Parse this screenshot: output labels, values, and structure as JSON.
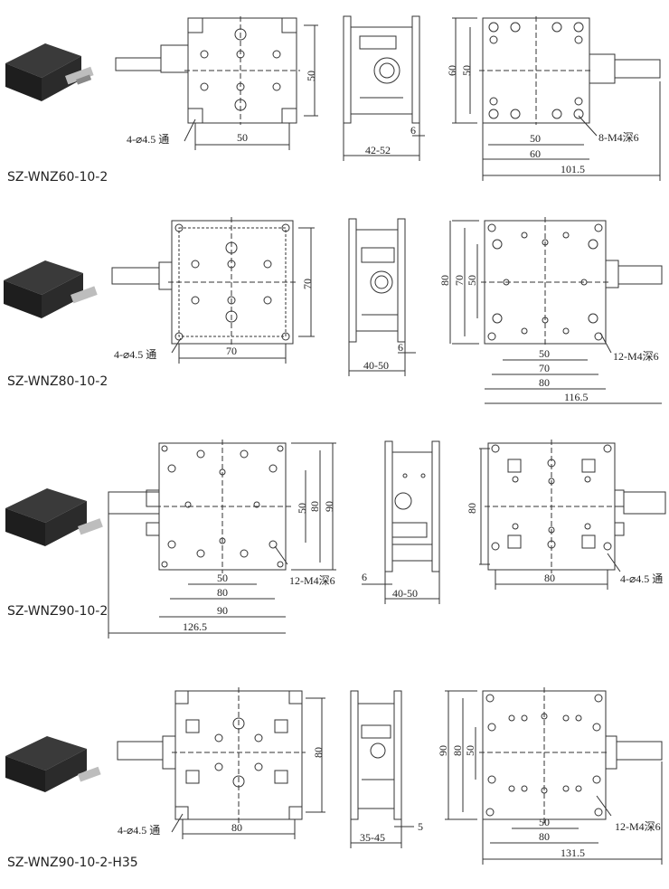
{
  "stages": [
    {
      "model": "SZ-WNZ60-10-2",
      "top_callout": "4-⌀4.5 通",
      "top_w": "50",
      "top_h": "50",
      "side_h": "42-52",
      "side_t": "6",
      "bot_h1": "60",
      "bot_h2": "50",
      "bot_w1": "50",
      "bot_w2": "60",
      "bot_total": "101.5",
      "bot_callout": "8-M4深6"
    },
    {
      "model": "SZ-WNZ80-10-2",
      "top_callout": "4-⌀4.5 通",
      "top_w": "70",
      "top_h": "70",
      "side_h": "40-50",
      "side_t": "6",
      "bot_h1": "80",
      "bot_h2": "70",
      "bot_h3": "50",
      "bot_w1": "50",
      "bot_w2": "70",
      "bot_w3": "80",
      "bot_total": "116.5",
      "bot_callout": "12-M4深6"
    },
    {
      "model": "SZ-WNZ90-10-2",
      "top_callout": "12-M4深6",
      "top_w1": "50",
      "top_w2": "80",
      "top_w3": "90",
      "top_h1": "50",
      "top_h2": "80",
      "top_h3": "90",
      "top_total": "126.5",
      "side_h": "40-50",
      "side_t": "6",
      "bot_h": "80",
      "bot_w": "80",
      "bot_callout": "4-⌀4.5 通"
    },
    {
      "model": "SZ-WNZ90-10-2-H35",
      "top_callout": "4-⌀4.5 通",
      "top_w": "80",
      "top_h": "80",
      "side_h": "35-45",
      "side_t": "5",
      "bot_h1": "90",
      "bot_h2": "80",
      "bot_h3": "50",
      "bot_w1": "50",
      "bot_w2": "80",
      "bot_total": "131.5",
      "bot_callout": "12-M4深6"
    }
  ]
}
